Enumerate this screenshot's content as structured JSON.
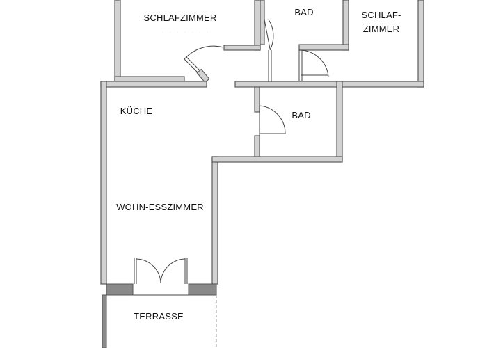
{
  "rooms": {
    "schlafzimmer_1": "SCHLAFZIMMER",
    "bad_1": "BAD",
    "schlafzimmer_2_line1": "SCHLAF-",
    "schlafzimmer_2_line2": "ZIMMER",
    "kueche": "KÜCHE",
    "bad_2": "BAD",
    "wohn_esszimmer": "WOHN-ESSZIMMER",
    "terrasse": "TERRASSE"
  },
  "colors": {
    "wall_fill": "#d2d2d2",
    "wall_outline": "#5a5a5a",
    "terrace_wall": "#8a8a8a"
  }
}
